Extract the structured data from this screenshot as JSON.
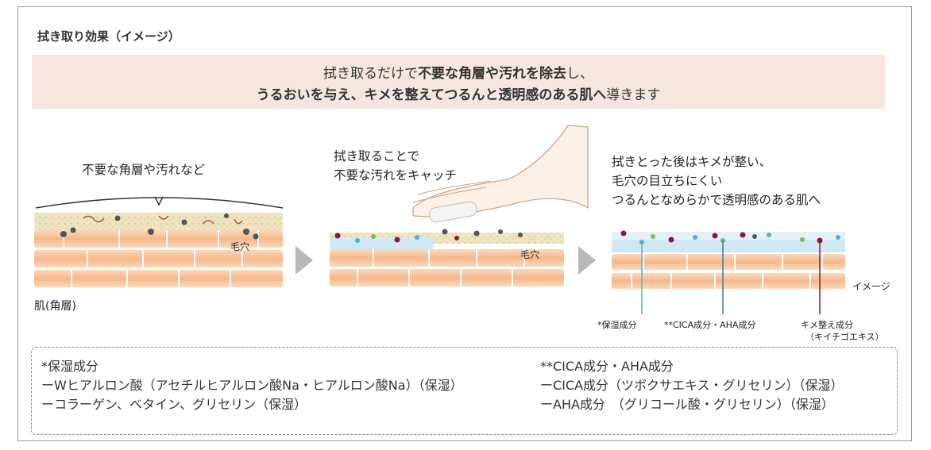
{
  "title": "拭き取り効果（イメージ）",
  "banner": {
    "line1_pre": "拭き取るだけで",
    "line1_bold": "不要な角層や汚れを除去",
    "line1_post": "し、",
    "line2_bold": "うるおいを与え、キメを整えてつるんと透明感のある肌へ",
    "line2_post": "導きます"
  },
  "panel1": {
    "caption": "不要な角層や汚れなど",
    "pore": "毛穴",
    "skin_label": "肌(角層)"
  },
  "panel2": {
    "caption1": "拭き取ることで",
    "caption2": "不要な汚れをキャッチ",
    "pore": "毛穴"
  },
  "panel3": {
    "caption1": "拭きとった後はキメが整い、",
    "caption2": "毛穴の目立ちにくい",
    "caption3": "つるんとなめらかで透明感のある肌へ",
    "image_label": "イメージ",
    "label_moist": "*保湿成分",
    "label_cica": "**CICA成分・AHA成分",
    "label_kime1": "キメ整え成分",
    "label_kime2": "（キイチゴエキス）"
  },
  "notes": {
    "left": [
      "*保湿成分",
      "ーWヒアルロン酸（アセチルヒアルロン酸Na・ヒアルロン酸Na）（保湿）",
      "ーコラーゲン、ベタイン、グリセリン（保湿）"
    ],
    "right": [
      "**CICA成分・AHA成分",
      "ーCICA成分（ツボクサエキス・グリセリン）（保湿）",
      "ーAHA成分　（グリコール酸・グリセリン）（保湿）"
    ]
  },
  "colors": {
    "banner_bg": "#f7e6df",
    "skin_cell": "#f5b88a",
    "skin_cell_light": "#fbd9bc",
    "debris": "#e8dcb0",
    "dark_particle": "#555555",
    "moisture_layer": "#cfe8f3",
    "arrow": "#b8b8b8",
    "dot_red": "#8b1a3a",
    "dot_blue": "#4ab3d8",
    "dot_green": "#7cba5a"
  }
}
